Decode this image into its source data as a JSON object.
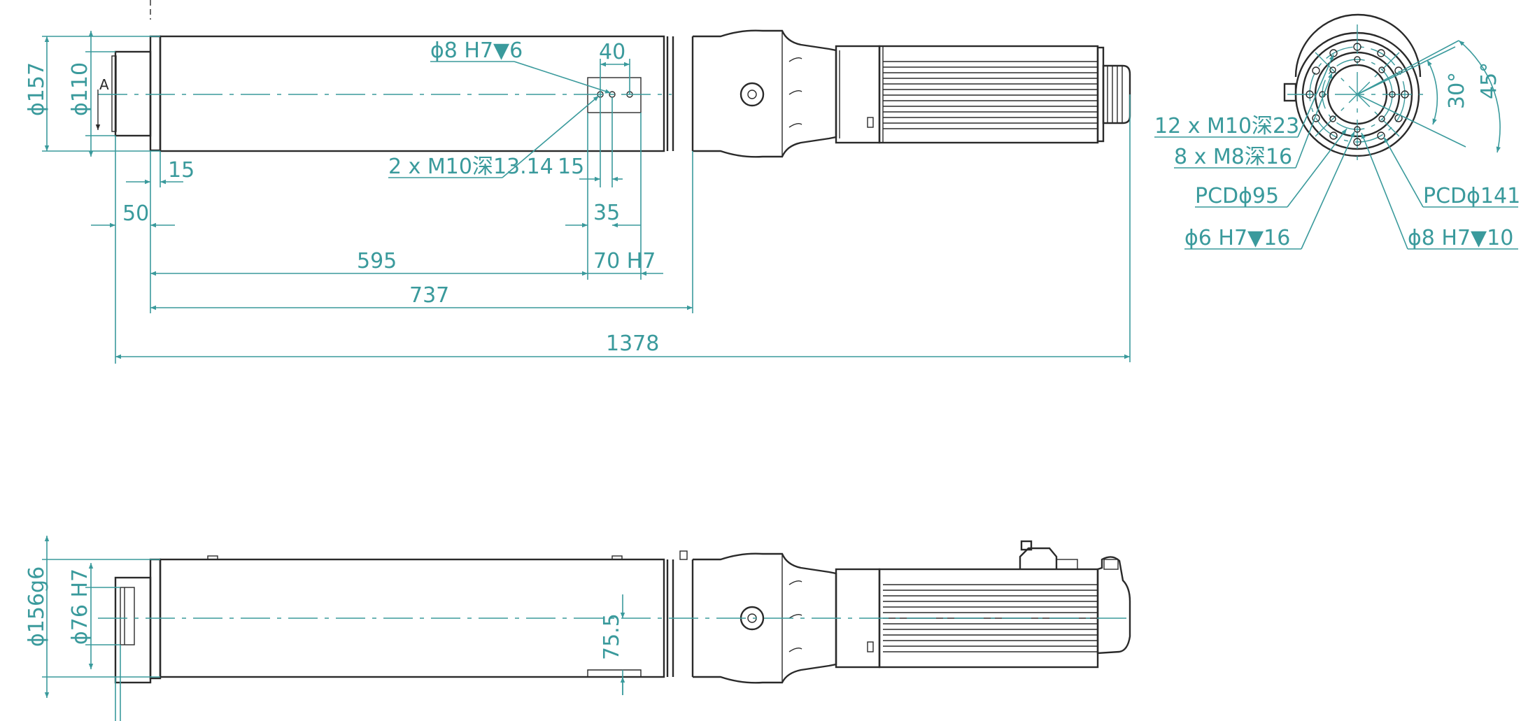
{
  "colors": {
    "dimension": "#3a9a9c",
    "outline": "#2a2a2a",
    "background": "#ffffff"
  },
  "top_view": {
    "dims": {
      "d157": "ϕ157",
      "d110": "ϕ110",
      "section": "A",
      "hole_d8": "ϕ8 H7▼6",
      "w40": "40",
      "thread2": "2 x M10深13.14",
      "w15a": "15",
      "w15b": "15",
      "w50": "50",
      "w35": "35",
      "w595": "595",
      "w70": "70 H7",
      "w737": "737",
      "w1378": "1378"
    }
  },
  "end_view": {
    "dims": {
      "thread12": "12 x M10深23",
      "thread8": "8 x M8深16",
      "pcd95": "PCDϕ95",
      "pcd141": "PCDϕ141",
      "pin6": "ϕ6 H7▼16",
      "pin8": "ϕ8 H7▼10",
      "a30": "30°",
      "a45": "45°"
    }
  },
  "side_view": {
    "dims": {
      "d156": "ϕ156g6",
      "d76": "ϕ76 H7",
      "h755": "75.5"
    }
  }
}
